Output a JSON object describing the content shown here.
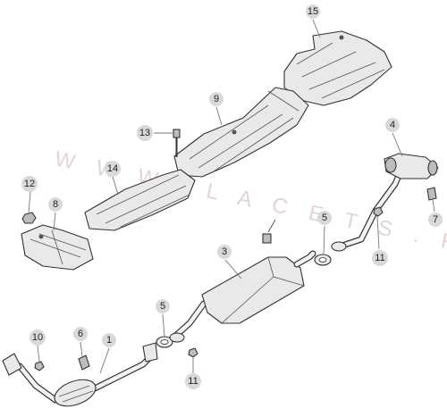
{
  "watermark": "W W W . L A C E T S . R U",
  "callouts": [
    {
      "id": "c15",
      "label": "15"
    },
    {
      "id": "c9",
      "label": "9"
    },
    {
      "id": "c13",
      "label": "13"
    },
    {
      "id": "c4",
      "label": "4"
    },
    {
      "id": "c12",
      "label": "12"
    },
    {
      "id": "c14",
      "label": "14"
    },
    {
      "id": "c8",
      "label": "8"
    },
    {
      "id": "c5a",
      "label": "5"
    },
    {
      "id": "c7",
      "label": "7"
    },
    {
      "id": "c3",
      "label": "3"
    },
    {
      "id": "c11a",
      "label": "11"
    },
    {
      "id": "c5b",
      "label": "5"
    },
    {
      "id": "c10",
      "label": "10"
    },
    {
      "id": "c6",
      "label": "6"
    },
    {
      "id": "c1",
      "label": "1"
    },
    {
      "id": "c11b",
      "label": "11"
    }
  ]
}
